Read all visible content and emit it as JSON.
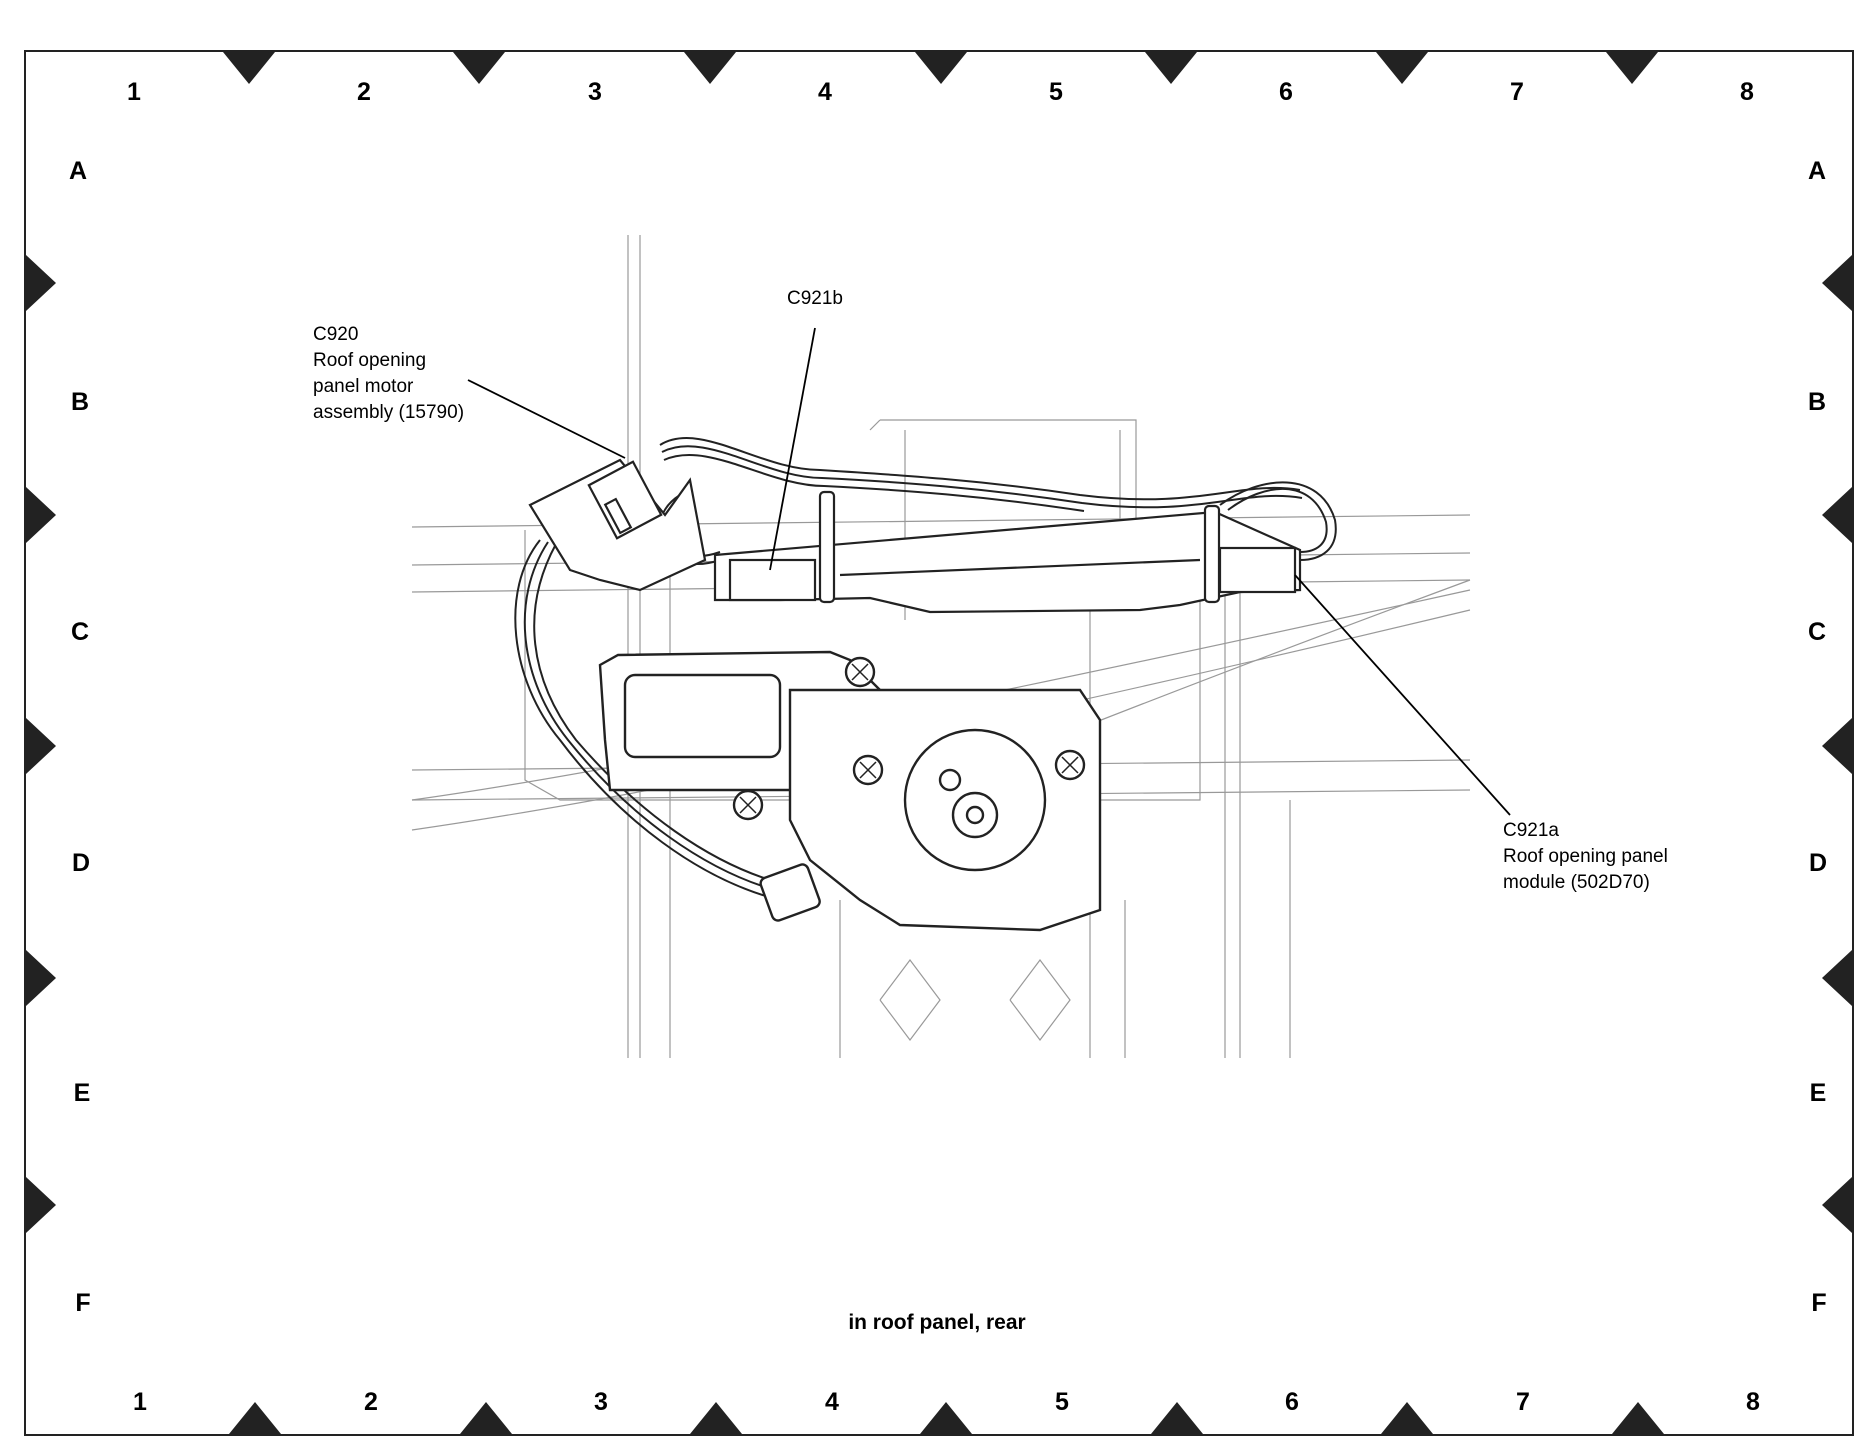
{
  "grid": {
    "top_columns": [
      "1",
      "2",
      "3",
      "4",
      "5",
      "6",
      "7",
      "8"
    ],
    "bottom_columns": [
      "1",
      "2",
      "3",
      "4",
      "5",
      "6",
      "7",
      "8"
    ],
    "left_rows": [
      "A",
      "B",
      "C",
      "D",
      "E",
      "F"
    ],
    "right_rows": [
      "A",
      "B",
      "C",
      "D",
      "E",
      "F"
    ]
  },
  "callouts": {
    "c920": {
      "code": "C920",
      "lines": [
        "Roof opening",
        "panel motor",
        "assembly (15790)"
      ]
    },
    "c921b": {
      "code": "C921b"
    },
    "c921a": {
      "code": "C921a",
      "lines": [
        "Roof opening panel",
        "module (502D70)"
      ]
    }
  },
  "caption": "in roof panel, rear"
}
